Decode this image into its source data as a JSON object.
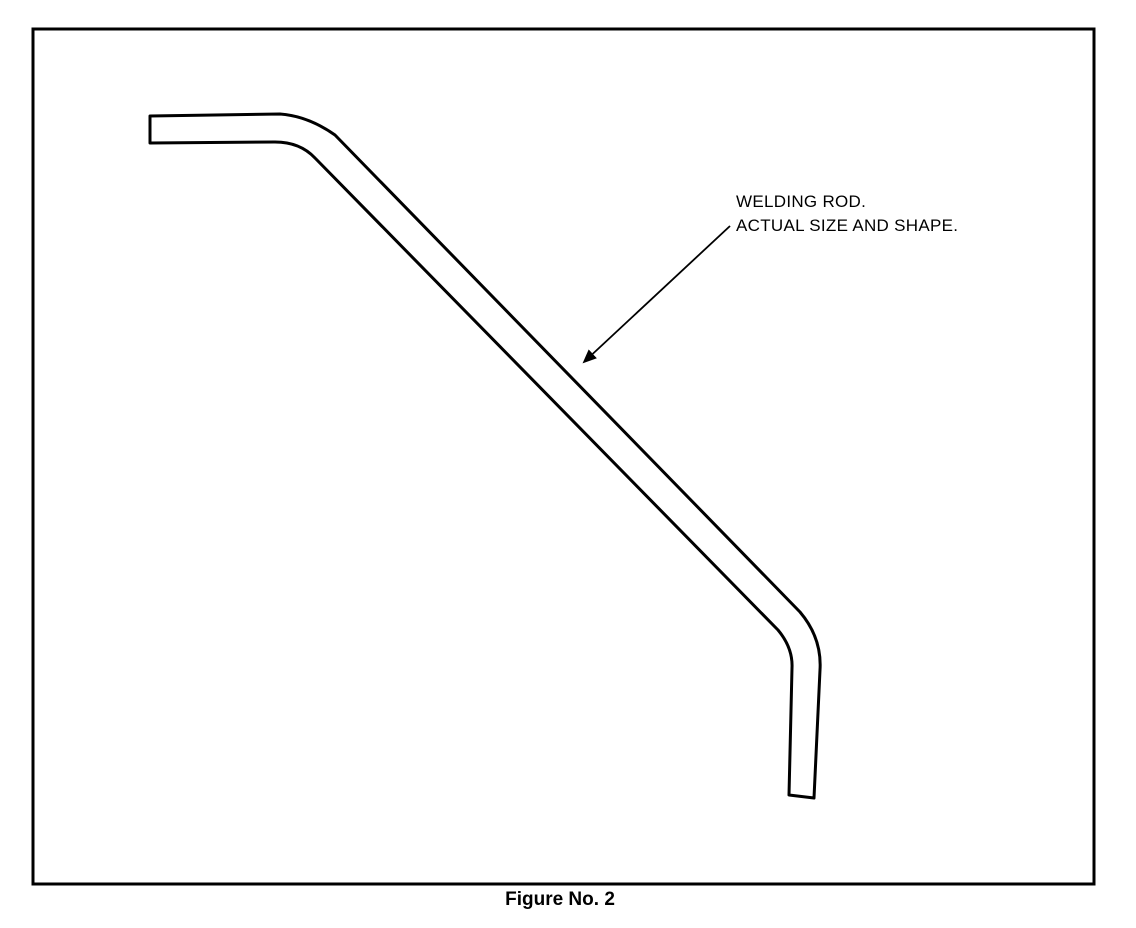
{
  "diagram": {
    "annotation": {
      "line1": "WELDING ROD.",
      "line2": "ACTUAL SIZE AND SHAPE."
    },
    "caption": "Figure No. 2"
  },
  "colors": {
    "stroke": "#000000",
    "background": "#ffffff"
  }
}
